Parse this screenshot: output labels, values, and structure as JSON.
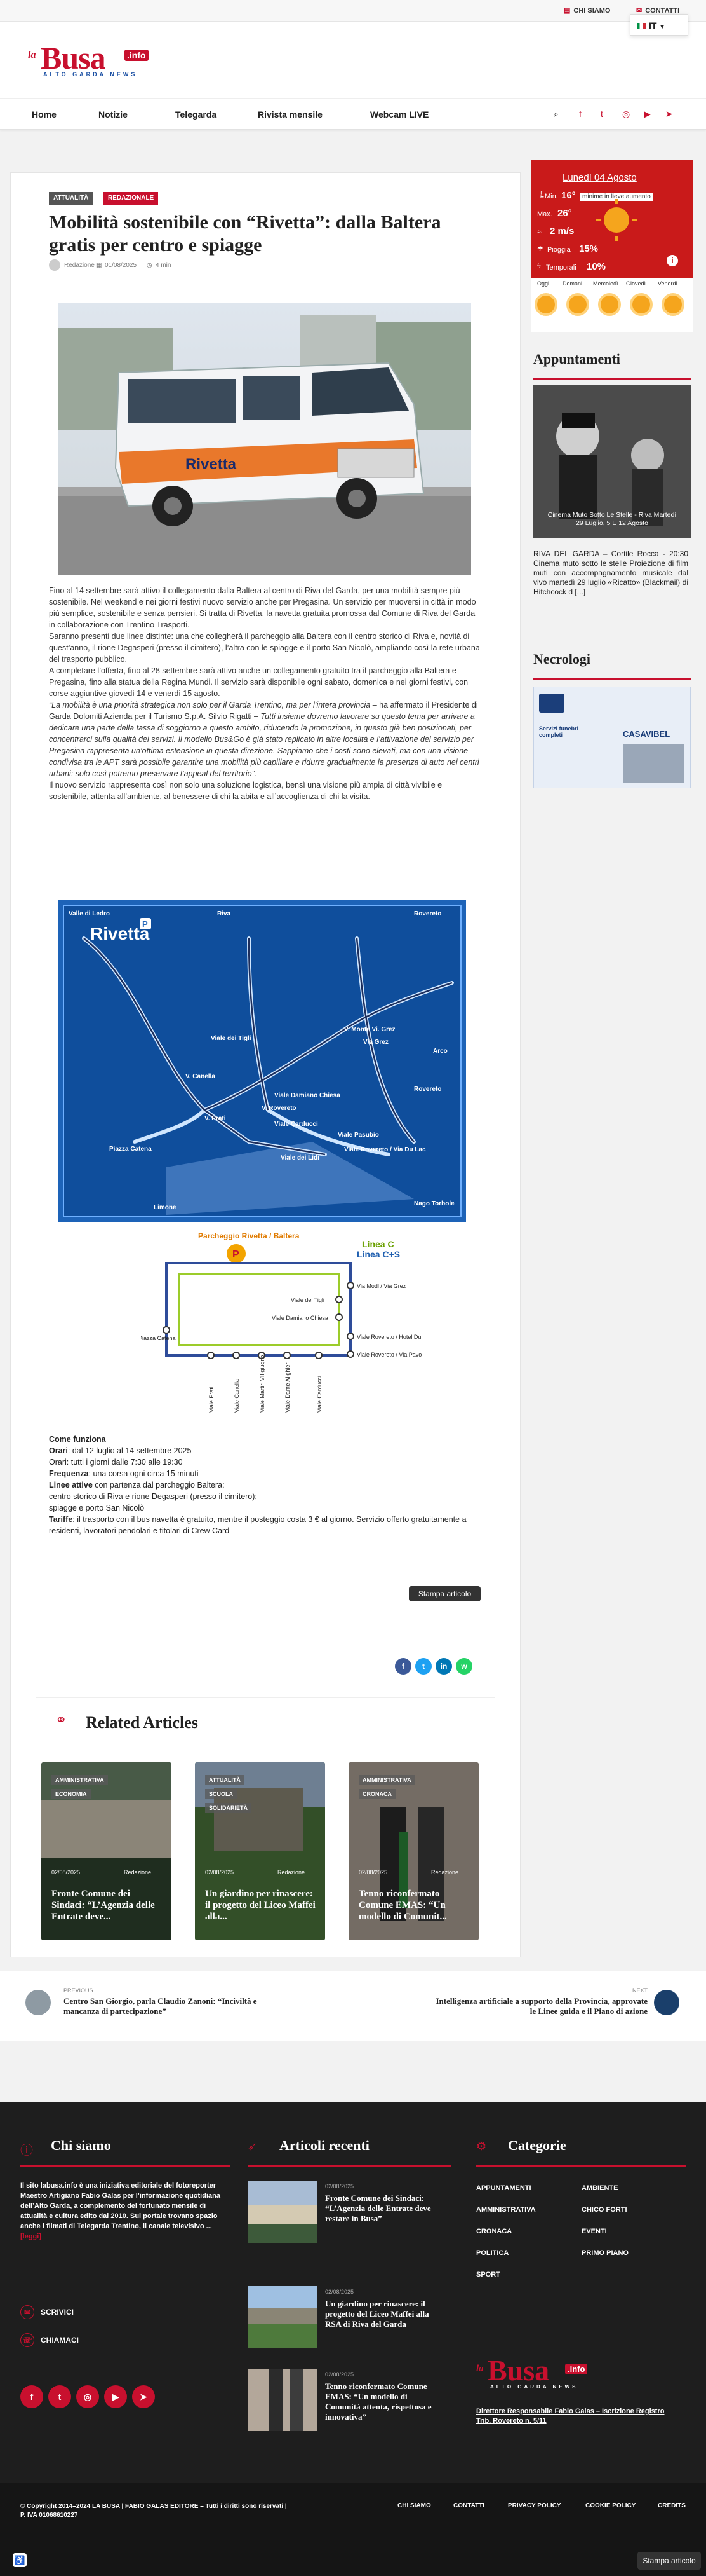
{
  "topbar": {
    "chi_siamo": "CHI SIAMO",
    "contatti": "CONTATTI",
    "lang": "IT"
  },
  "logo": {
    "la": "la",
    "busa": "Busa",
    "info": ".info",
    "tagline": "ALTO GARDA NEWS"
  },
  "nav": {
    "items": [
      "Home",
      "Notizie",
      "Telegarda",
      "Rivista mensile",
      "Webcam LIVE"
    ]
  },
  "article": {
    "tags": [
      "ATTUALITÀ",
      "REDAZIONALE"
    ],
    "title": "Mobilità sostenibile con “Rivetta”: dalla Baltera gratis per centro e spiagge",
    "author": "Redazione",
    "date": "01/08/2025",
    "read_time": "4 min",
    "bus_text": "Rivetta",
    "p1": "Fino al 14 settembre sarà attivo il collegamento dalla Baltera al centro di Riva del Garda, per una mobilità sempre più sostenibile.  Nel weekend e nei giorni festivi nuovo servizio anche per Pregasina. Un servizio per muoversi in città in modo più semplice, sostenibile e senza pensieri. Si tratta di Rivetta, la navetta gratuita promossa dal Comune di Riva del Garda in collaborazione con Trentino Trasporti.",
    "p2": "Saranno presenti due linee distinte: una che collegherà il parcheggio alla Baltera con il centro storico di Riva e, novità di quest’anno, il rione Degasperi (presso il cimitero), l’altra con le spiagge e il porto San Nicolò, ampliando così la rete urbana del trasporto pubblico.",
    "p3": "A completare l’offerta, fino al 28 settembre sarà attivo anche un collegamento gratuito tra il parcheggio alla Baltera e Pregasina, fino alla statua della Regina Mundi. Il servizio sarà disponibile ogni sabato, domenica e nei giorni festivi, con corse aggiuntive giovedì 14 e venerdì 15 agosto.",
    "quote_a": "“La mobilità è una priorità strategica non solo per il Garda Trentino, ma per l’intera provincia",
    "quote_b": " – ha affermato il Presidente di Garda Dolomiti Azienda per il Turismo S.p.A. Silvio Rigatti –",
    "quote_c": " Tutti insieme dovremo lavorare su questo tema per arrivare a dedicare una parte della tassa di soggiorno a questo ambito, riducendo la promozione, in questo già ben posizionati, per concentrarci sulla qualità dei servizi. Il modello Bus&Go è già stato replicato in altre località e l’attivazione del servizio per Pregasina rappresenta un’ottima estensione in questa direzione. Sappiamo che i costi sono elevati, ma con una visione condivisa tra le APT sarà possibile garantire una mobilità più capillare e ridurre gradualmente la presenza di auto nei centri urbani: solo così potremo preservare l’appeal del territorio”.",
    "p4": "Il nuovo servizio rappresenta così non solo una soluzione logistica, bensì una visione più ampia di città vivibile e sostenibile, attenta all’ambiente, al benessere di chi la abita e all’accoglienza di chi la visita."
  },
  "map": {
    "title": "Rivetta",
    "labels": [
      "Valle di Ledro",
      "Riva",
      "Arco",
      "Rovereto",
      "Viale dei Tigli",
      "V. Monte Vi. Grez",
      "V. Canella",
      "Viale Damiano Chiesa",
      "V. Prati",
      "V. Rovereto",
      "Viale Carducci",
      "Viale Pasubio",
      "Piazza Catena",
      "Rovereto",
      "Viale dei Lidi",
      "Viale Rovereto / Via Du Lac",
      "Via Grez",
      "Limone",
      "Nago Torbole"
    ]
  },
  "diagram": {
    "parking": "Parcheggio Rivetta / Baltera",
    "line_c": "Linea C",
    "line_cs": "Linea C+S",
    "stops_right": [
      "Via Modl / Via Grez",
      "Viale dei Tigli",
      "Viale Damiano Chiesa",
      "Viale Rovereto / Hotel Du Lac",
      "Viale Rovereto / Via Pavoli"
    ],
    "stop_left": "Piazza Catena",
    "stops_bottom": [
      "Viale Prati",
      "Viale Canella",
      "Viale Martiri VII giugno",
      "Viale Dante Alighieri",
      "Viale Carducci"
    ]
  },
  "info": {
    "heading": "Come funziona",
    "orari_label": "Orari",
    "orari_value": ": dal 12 luglio al 14 settembre 2025",
    "orari_hours": "Orari: tutti i giorni dalle 7:30 alle 19:30",
    "frequenza_label": "Frequenza",
    "frequenza_value": ": una corsa ogni circa 15 minuti",
    "linee_label": "Linee attive",
    "linee_value": " con partenza dal parcheggio Baltera:",
    "linea1": "centro storico di Riva e rione Degasperi (presso il cimitero);",
    "linea2": "spiagge e porto San Nicolò",
    "tariffe_label": "Tariffe",
    "tariffe_value": ": il trasporto con il bus navetta è gratuito, mentre il posteggio costa 3 € al giorno. Servizio offerto gratuitamente a residenti, lavoratori pendolari e titolari di Crew Card"
  },
  "print_label": "Stampa articolo",
  "share": [
    "f",
    "t",
    "in",
    "w"
  ],
  "related": {
    "heading": "Related Articles",
    "items": [
      {
        "badges": [
          "AMMINISTRATIVA",
          "ECONOMIA"
        ],
        "date": "02/08/2025",
        "author": "Redazione",
        "title": "Fronte Comune dei Sindaci: “L’Agenzia delle Entrate deve..."
      },
      {
        "badges": [
          "ATTUALITÀ",
          "SCUOLA",
          "SOLIDARIETÀ"
        ],
        "date": "02/08/2025",
        "author": "Redazione",
        "title": "Un giardino per rinascere: il progetto del Liceo Maffei alla..."
      },
      {
        "badges": [
          "AMMINISTRATIVA",
          "CRONACA"
        ],
        "date": "02/08/2025",
        "author": "Redazione",
        "title": "Tenno riconfermato Comune EMAS: “Un modello di Comunit..."
      }
    ]
  },
  "prevnext": {
    "prev_label": "PREVIOUS",
    "prev_title": "Centro San Giorgio, parla Claudio Zanoni: “Inciviltà e mancanza di partecipazione”",
    "next_label": "NEXT",
    "next_title": "Intelligenza artificiale a supporto della Provincia, approvate le Linee guida e il Piano di azione"
  },
  "weather": {
    "date": "Lunedì 04 Agosto",
    "min_label": "Min.",
    "min_value": "16°",
    "min_note": "minime in lieve aumento",
    "max_label": "Max.",
    "max_value": "26°",
    "wind": "2 m/s",
    "rain_label": "Pioggia",
    "rain_value": "15%",
    "storm_label": "Temporali",
    "storm_value": "10%",
    "days": [
      "Oggi",
      "Domani",
      "Mercoledì",
      "Giovedì",
      "Venerdì"
    ]
  },
  "sidebar": {
    "appuntamenti": "Appuntamenti",
    "event_caption": "Cinema Muto Sotto Le Stelle - Riva Martedì 29 Luglio, 5 E 12 Agosto",
    "event_text": "RIVA DEL GARDA – Cortile Rocca - 20:30 Cinema muto sotto le stelle Proiezione di film muti con accompagnamento musicale dal vivo martedì 29 luglio «Ricatto» (Blackmail) di Hitchcock d [...]",
    "necrologi": "Necrologi",
    "necro_ad_title": "Servizi funebri completi",
    "necro_ad_name": "CASAVIBEL"
  },
  "footer": {
    "chi_siamo": "Chi siamo",
    "about": "Il sito labusa.info è una iniziativa editoriale del fotoreporter Maestro Artigiano Fabio Galas per l’informazione quotidiana dell’Alto Garda, a complemento del fortunato mensile di attualità e cultura edito dal 2010. Sul portale trovano spazio anche i filmati di Telegarda Trentino, il canale televisivo ...",
    "more": "[leggi]",
    "scrivici": "SCRIVICI",
    "chiamaci": "CHIAMACI",
    "articoli_recenti": "Articoli recenti",
    "recent": [
      {
        "date": "02/08/2025",
        "title": "Fronte Comune dei Sindaci: “L’Agenzia delle Entrate deve restare in Busa”"
      },
      {
        "date": "02/08/2025",
        "title": "Un giardino per rinascere: il progetto del Liceo Maffei alla RSA di Riva del Garda"
      },
      {
        "date": "02/08/2025",
        "title": "Tenno riconfermato Comune EMAS: “Un modello di Comunità attenta, rispettosa e innovativa”"
      }
    ],
    "categorie": "Categorie",
    "categories": [
      "APPUNTAMENTI",
      "AMBIENTE",
      "AMMINISTRATIVA",
      "CHICO FORTI",
      "CRONACA",
      "EVENTI",
      "POLITICA",
      "PRIMO PIANO",
      "SPORT"
    ],
    "director": "Direttore Responsabile Fabio Galas – Iscrizione Registro Trib. Rovereto n. 5/11"
  },
  "bottombar": {
    "copyright": "© Copyright 2014–2024 LA BUSA | FABIO GALAS EDITORE – Tutti i diritti sono riservati | P. IVA 01068610227",
    "links": [
      "CHI SIAMO",
      "CONTATTI",
      "PRIVACY POLICY",
      "COOKIE POLICY",
      "CREDITS"
    ]
  },
  "colors": {
    "accent": "#c8102e",
    "tag_grey": "#555555",
    "footer_bg": "#1e1e1e"
  }
}
